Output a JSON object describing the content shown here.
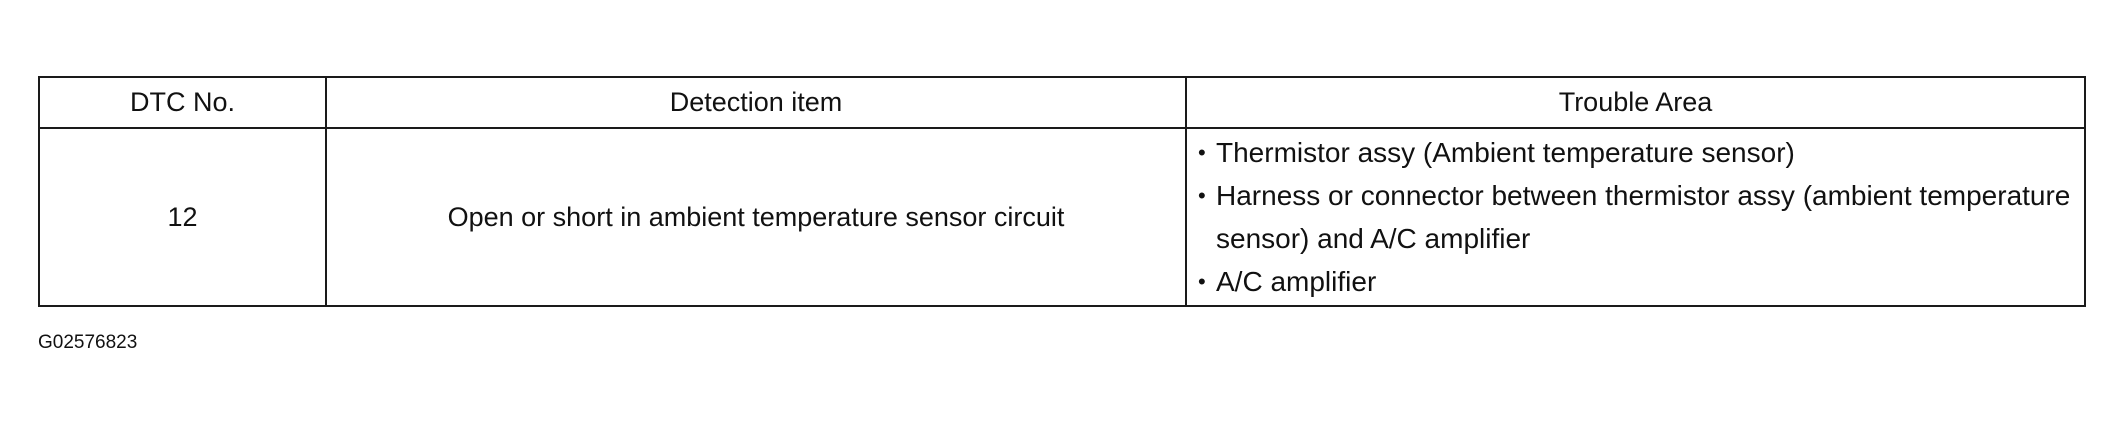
{
  "table": {
    "headers": {
      "dtc_no": "DTC No.",
      "detection_item": "Detection item",
      "trouble_area": "Trouble Area"
    },
    "rows": [
      {
        "dtc_no": "12",
        "detection_item": "Open or short in ambient temperature sensor circuit",
        "trouble_area": [
          "Thermistor assy (Ambient temperature sensor)",
          "Harness or connector between thermistor assy (ambient temperature sensor) and A/C amplifier",
          "A/C amplifier"
        ]
      }
    ],
    "bullet_char": "•"
  },
  "figure_id": "G02576823"
}
